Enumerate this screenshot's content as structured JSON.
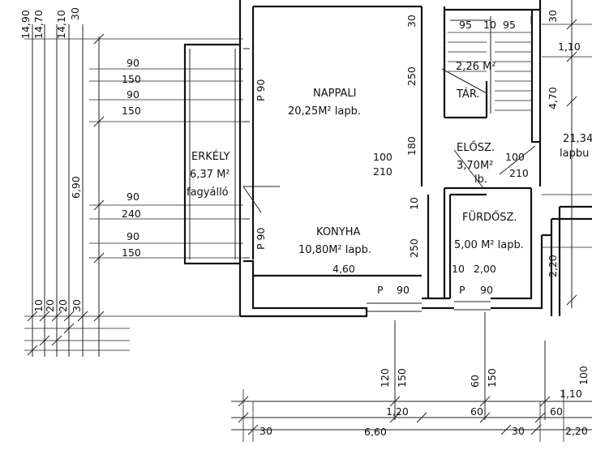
{
  "rooms": {
    "nappali": {
      "name": "NAPPALI",
      "area": "20,25M² lapb."
    },
    "konyha": {
      "name": "KONYHA",
      "area": "10,80M² lapb."
    },
    "erkely": {
      "name": "ERKÉLY",
      "area": "6,37 M²",
      "floor": "fagyálló"
    },
    "eloszoba": {
      "name": "ELŐSZ.",
      "area": "3,70M²",
      "floor": "lb."
    },
    "furdo": {
      "name": "FÜRDŐSZ.",
      "area": "5,00 M² lapb."
    },
    "tar": {
      "name": "TÁR.",
      "area": "2,26 M²"
    },
    "partial": {
      "area": "21,34",
      "floor": "lapbu"
    }
  },
  "dimensions": {
    "left_top": [
      "14,90",
      "14,70",
      "14,10",
      "30"
    ],
    "left_bottom": [
      "10",
      "20",
      "20",
      "30"
    ],
    "left_main": "6,90",
    "window_dims": [
      {
        "a": "90",
        "b": "150"
      },
      {
        "a": "90",
        "b": "150"
      },
      {
        "a": "90",
        "b": "240"
      },
      {
        "a": "90",
        "b": "150"
      }
    ],
    "p90_labels": [
      "P 90",
      "P 90"
    ],
    "nappali_vertical": [
      "30",
      "250",
      "180",
      "10",
      "250"
    ],
    "door_nappali": {
      "a": "100",
      "b": "210"
    },
    "door_eloszoba": {
      "a": "100",
      "b": "210"
    },
    "stair_top": [
      "95",
      "10",
      "95"
    ],
    "konyha_width": "4,60",
    "furdo_width": [
      "10",
      "2,00"
    ],
    "door_p": [
      "P",
      "90",
      "P",
      "90"
    ],
    "right_side": [
      "30",
      "1,10",
      "4,70",
      "2,20"
    ],
    "bottom_vertical": [
      "120",
      "150",
      "60",
      "150",
      "100"
    ],
    "bottom_chain_upper": [
      "1,20",
      "60",
      "1,10"
    ],
    "bottom_chain_lower": [
      "30",
      "6,60",
      "30",
      "60",
      "2,20"
    ]
  }
}
